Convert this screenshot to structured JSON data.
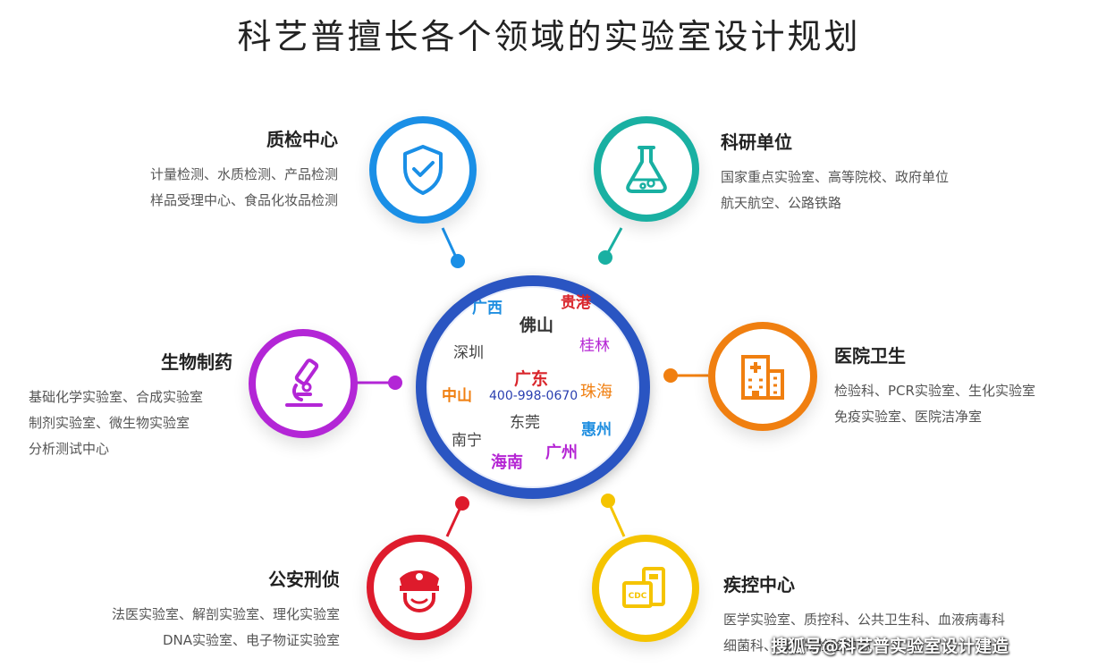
{
  "title": "科艺普擅长各个领域的实验室设计规划",
  "sectors": [
    {
      "name": "质检中心",
      "lines": [
        "计量检测、水质检测、产品检测",
        "样品受理中心、食品化妆品检测"
      ],
      "icon": "shield-check-icon",
      "color": "#1a8fe6"
    },
    {
      "name": "科研单位",
      "lines": [
        "国家重点实验室、高等院校、政府单位",
        "航天航空、公路铁路"
      ],
      "icon": "flask-icon",
      "color": "#19b0a2"
    },
    {
      "name": "生物制药",
      "lines": [
        "基础化学实验室、合成实验室",
        "制剂实验室、微生物实验室",
        "分析测试中心"
      ],
      "icon": "microscope-icon",
      "color": "#b326d6"
    },
    {
      "name": "医院卫生",
      "lines": [
        "检验科、PCR实验室、生化实验室",
        "免疫实验室、医院洁净室"
      ],
      "icon": "hospital-icon",
      "color": "#f07f10"
    },
    {
      "name": "公安刑侦",
      "lines": [
        "法医实验室、解剖实验室、理化实验室",
        "DNA实验室、电子物证实验室"
      ],
      "icon": "police-icon",
      "color": "#de1b2c"
    },
    {
      "name": "疾控中心",
      "lines": [
        "医学实验室、质控科、公共卫生科、血液病毒科",
        "细菌科、微生物检验中心"
      ],
      "icon": "cdc-icon",
      "color": "#f5c400"
    }
  ],
  "hub": {
    "cities": [
      {
        "name": "广西",
        "color": "#1f8ee0"
      },
      {
        "name": "贵港",
        "color": "#d9262c"
      },
      {
        "name": "佛山",
        "color": "#333333"
      },
      {
        "name": "深圳",
        "color": "#444444"
      },
      {
        "name": "桂林",
        "color": "#b526d4"
      },
      {
        "name": "广东",
        "color": "#d9262c"
      },
      {
        "name": "中山",
        "color": "#f07f10"
      },
      {
        "name": "珠海",
        "color": "#f07f10"
      },
      {
        "name": "东莞",
        "color": "#444444"
      },
      {
        "name": "惠州",
        "color": "#1f8ee0"
      },
      {
        "name": "南宁",
        "color": "#444444"
      },
      {
        "name": "海南",
        "color": "#b526d4"
      },
      {
        "name": "广州",
        "color": "#b526d4"
      }
    ],
    "phone": "400-998-0670",
    "phone_color": "#2a3fb0",
    "ring_color": "#2a55c2"
  },
  "watermark": "搜狐号@科艺普实验室设计建造"
}
